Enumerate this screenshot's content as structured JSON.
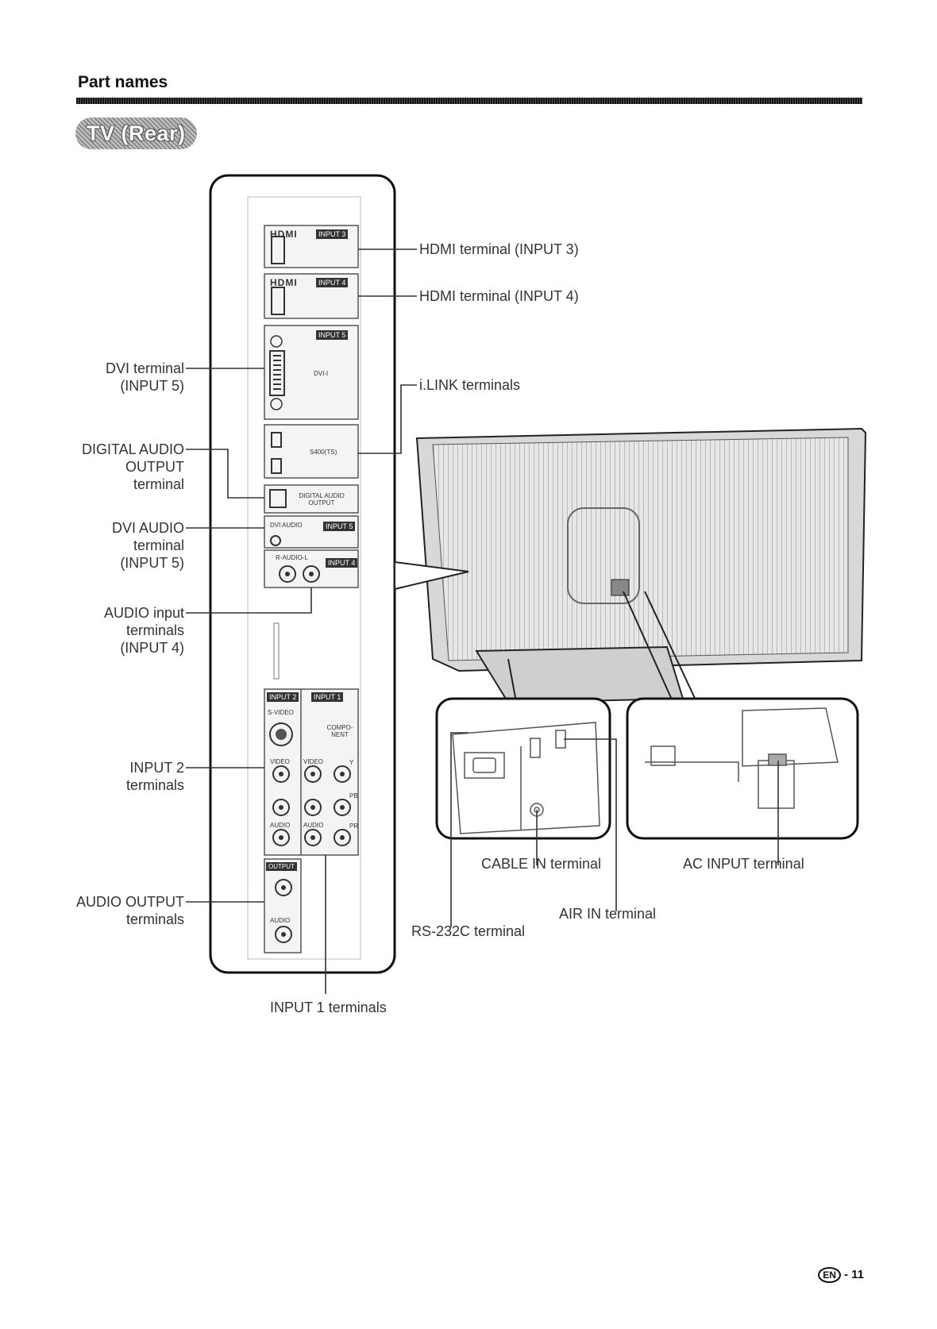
{
  "header": {
    "section_title": "Part names",
    "badge": "TV (Rear)"
  },
  "panel": {
    "hdmi_logo": "HDMI",
    "tag_input3": "INPUT 3",
    "tag_input4": "INPUT 4",
    "tag_input5": "INPUT 5",
    "dvi_text": "DVI-I",
    "ilink_text": "S400(TS)",
    "digital_audio_text": "DIGITAL AUDIO OUTPUT",
    "dvi_audio_text": "DVI AUDIO",
    "audio_lr_text": "R-AUDIO-L",
    "tag_input2": "INPUT 2",
    "tag_input1": "INPUT 1",
    "svideo_text": "S-VIDEO",
    "component_text": "COMPO-NENT",
    "video_text": "VIDEO",
    "audio_text": "AUDIO",
    "y_text": "Y",
    "pb_text": "PB",
    "pr_text": "PR",
    "output_tag": "OUTPUT"
  },
  "labels": {
    "hdmi3": "HDMI terminal (INPUT 3)",
    "hdmi4": "HDMI terminal (INPUT 4)",
    "dvi": [
      "DVI terminal",
      "(INPUT 5)"
    ],
    "ilink": "i.LINK terminals",
    "digital_audio": [
      "DIGITAL AUDIO",
      "OUTPUT",
      "terminal"
    ],
    "dvi_audio": [
      "DVI AUDIO",
      "terminal",
      "(INPUT 5)"
    ],
    "audio_input": [
      "AUDIO input",
      "terminals",
      "(INPUT 4)"
    ],
    "input2": [
      "INPUT 2",
      "terminals"
    ],
    "audio_output": [
      "AUDIO OUTPUT",
      "terminals"
    ],
    "input1": "INPUT 1 terminals",
    "cable_in": "CABLE IN terminal",
    "ac_input": "AC INPUT terminal",
    "air_in": "AIR IN terminal",
    "rs232c": "RS-232C terminal"
  },
  "footer": {
    "lang": "EN",
    "page": "- 11"
  }
}
